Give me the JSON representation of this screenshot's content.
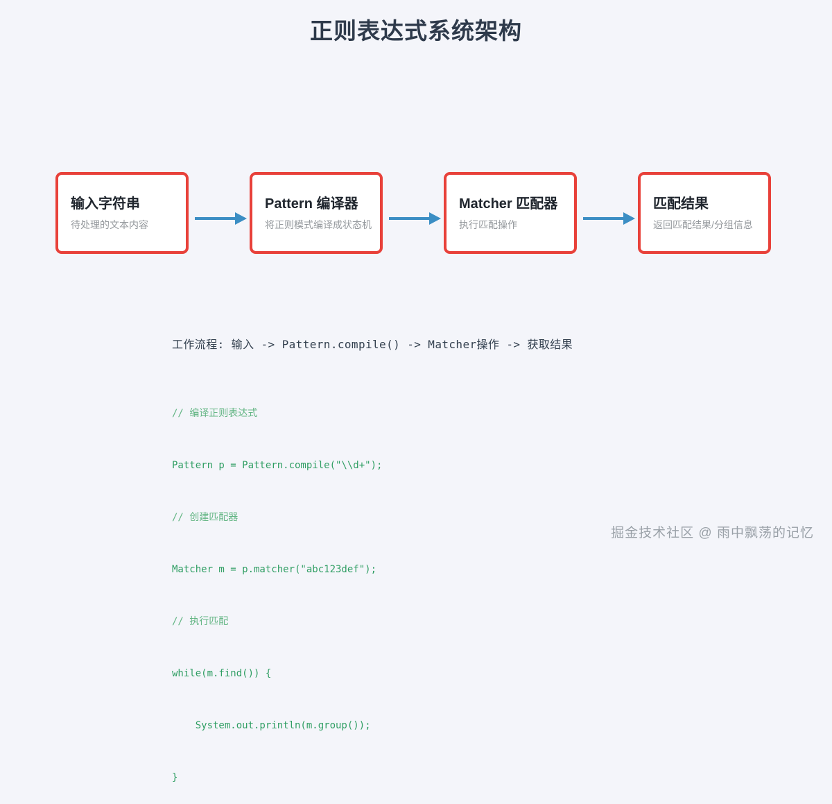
{
  "page": {
    "title": "正则表达式系统架构",
    "background_color": "#f4f5fa",
    "title_color": "#2e3a4b"
  },
  "diagram": {
    "type": "horizontal-flow",
    "node_border_color": "#e8413a",
    "node_fill_color": "#ffffff",
    "arrow_color": "#3b8ec4",
    "nodes": [
      {
        "title": "输入字符串",
        "subtitle": "待处理的文本内容"
      },
      {
        "title": "Pattern 编译器",
        "subtitle": "将正则模式编译成状态机"
      },
      {
        "title": "Matcher 匹配器",
        "subtitle": "执行匹配操作"
      },
      {
        "title": "匹配结果",
        "subtitle": "返回匹配结果/分组信息"
      }
    ],
    "arrows": [
      {
        "from": "输入字符串",
        "to": "Pattern 编译器"
      },
      {
        "from": "Pattern 编译器",
        "to": "Matcher 匹配器"
      },
      {
        "from": "Matcher 匹配器",
        "to": "匹配结果"
      }
    ]
  },
  "workflow": {
    "text": "工作流程: 输入 -> Pattern.compile() -> Matcher操作 -> 获取结果",
    "color": "#33404f"
  },
  "code": {
    "language": "java",
    "color": "#2f9e63",
    "lines": [
      {
        "text": "// 编译正则表达式",
        "comment": true
      },
      {
        "text": "Pattern p = Pattern.compile(\"\\\\d+\");",
        "comment": false
      },
      {
        "text": "// 创建匹配器",
        "comment": true
      },
      {
        "text": "Matcher m = p.matcher(\"abc123def\");",
        "comment": false
      },
      {
        "text": "// 执行匹配",
        "comment": true
      },
      {
        "text": "while(m.find()) {",
        "comment": false
      },
      {
        "text": "    System.out.println(m.group());",
        "comment": false
      },
      {
        "text": "}",
        "comment": false
      }
    ]
  },
  "watermark": {
    "text": "掘金技术社区 @ 雨中飘荡的记忆",
    "color": "#9aa1a8"
  }
}
